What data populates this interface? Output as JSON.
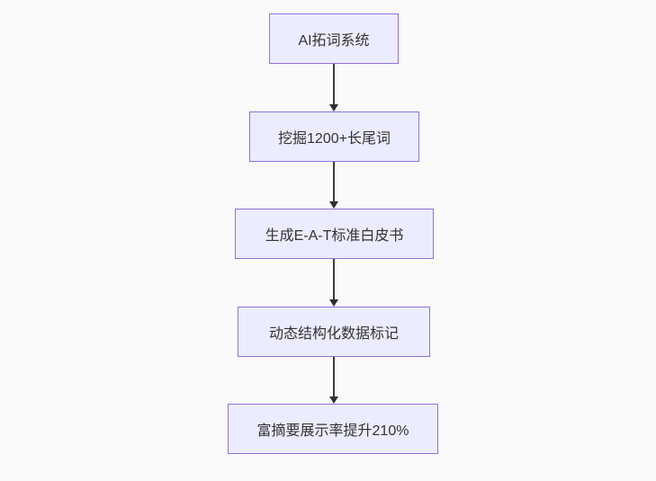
{
  "flowchart": {
    "type": "flowchart",
    "direction": "top-down",
    "nodes": [
      {
        "label": "AI拓词系统"
      },
      {
        "label": "挖掘1200+长尾词"
      },
      {
        "label": "生成E-A-T标准白皮书"
      },
      {
        "label": "动态结构化数据标记"
      },
      {
        "label": "富摘要展示率提升210%"
      }
    ],
    "edges": [
      {
        "from": 0,
        "to": 1,
        "style": "arrow-down"
      },
      {
        "from": 1,
        "to": 2,
        "style": "arrow-down"
      },
      {
        "from": 2,
        "to": 3,
        "style": "arrow-down"
      },
      {
        "from": 3,
        "to": 4,
        "style": "arrow-down"
      }
    ],
    "colors": {
      "node_fill": "#ECECFF",
      "node_border": "#9370DB",
      "edge_line": "#333333",
      "text": "#333333",
      "background": "#FAFAFA"
    }
  }
}
